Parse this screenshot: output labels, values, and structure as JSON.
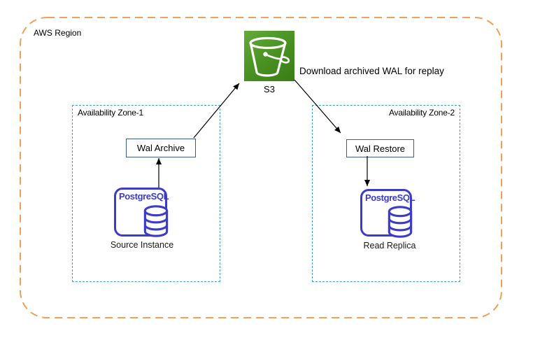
{
  "diagram": {
    "region_label": "AWS Region",
    "s3": {
      "label": "S3",
      "icon": "s3-bucket-icon"
    },
    "annotation": "Download archived WAL for replay",
    "zone1": {
      "label": "Availability Zone-1",
      "process_box": "Wal Archive",
      "db_product": "PostgreSQL",
      "db_label": "Source Instance"
    },
    "zone2": {
      "label": "Availability Zone-2",
      "process_box": "Wal Restore",
      "db_product": "PostgreSQL",
      "db_label": "Read Replica"
    },
    "arrows": [
      "source-instance-to-wal-archive",
      "wal-archive-to-s3",
      "s3-to-wal-restore",
      "wal-restore-to-read-replica"
    ],
    "colors": {
      "region_border": "#F0A057",
      "zone_border": "#3E9FD0",
      "process_border": "#3B5E8C",
      "postgres_blue": "#3C3CC8",
      "s3_green_light": "#63AA39",
      "s3_green_dark": "#387C15",
      "arrow": "#000000"
    }
  }
}
